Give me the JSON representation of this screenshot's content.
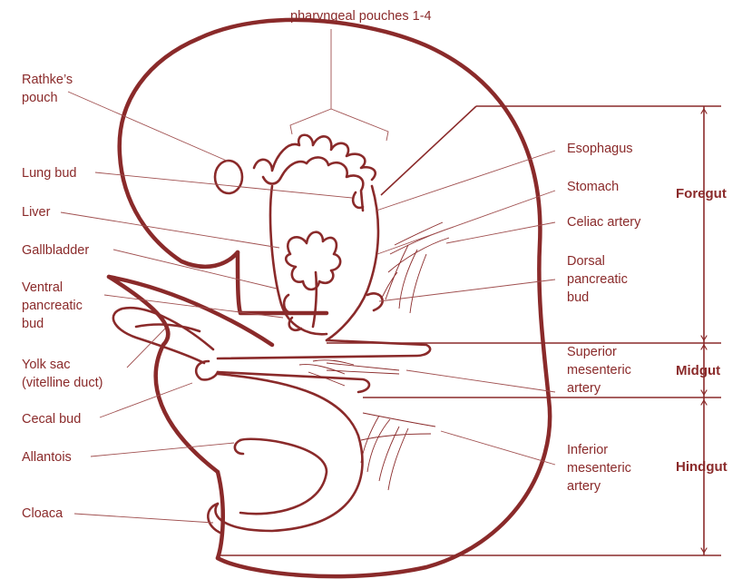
{
  "labels": {
    "pharyngeal_pouches": "pharyngeal pouches 1-4",
    "rathkes_pouch": [
      "Rathke’s",
      "pouch"
    ],
    "lung_bud": "Lung bud",
    "liver": "Liver",
    "gallbladder": "Gallbladder",
    "ventral_pancreatic_bud": [
      "Ventral",
      "pancreatic",
      "bud"
    ],
    "yolk_sac": [
      "Yolk sac",
      "(vitelline duct)"
    ],
    "cecal_bud": "Cecal bud",
    "allantois": "Allantois",
    "cloaca": "Cloaca",
    "esophagus": "Esophagus",
    "stomach": "Stomach",
    "celiac_artery": "Celiac artery",
    "dorsal_pancreatic_bud": [
      "Dorsal",
      "pancreatic",
      "bud"
    ],
    "superior_mesenteric_artery": [
      "Superior",
      "mesenteric",
      "artery"
    ],
    "inferior_mesenteric_artery": [
      "Inferior",
      "mesenteric",
      "artery"
    ]
  },
  "regions": {
    "foregut": "Foregut",
    "midgut": "Midgut",
    "hindgut": "Hindgut"
  },
  "colors": {
    "line": "#8a2a2a",
    "text": "#8a2a2a",
    "background": "#ffffff"
  }
}
